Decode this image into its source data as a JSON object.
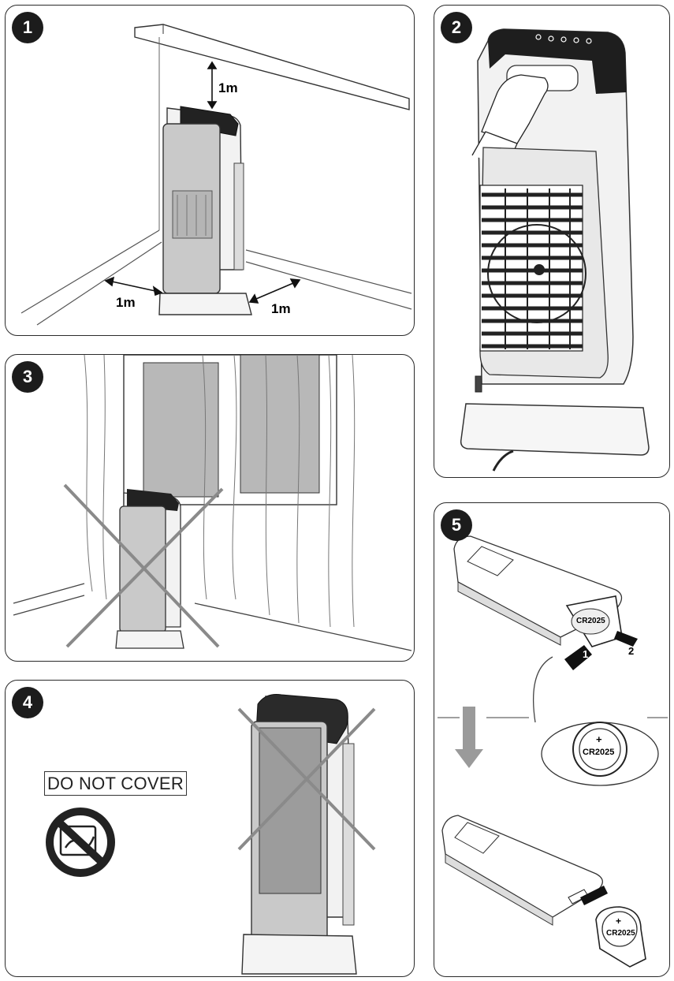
{
  "steps": [
    {
      "number": "1",
      "labels": {
        "top": "1m",
        "left": "1m",
        "right": "1m"
      }
    },
    {
      "number": "2"
    },
    {
      "number": "3"
    },
    {
      "number": "4",
      "warning": "DO NOT COVER"
    },
    {
      "number": "5",
      "battery": "CR2025",
      "battery_sign": "+",
      "arrow_1": "1",
      "arrow_2": "2"
    }
  ]
}
